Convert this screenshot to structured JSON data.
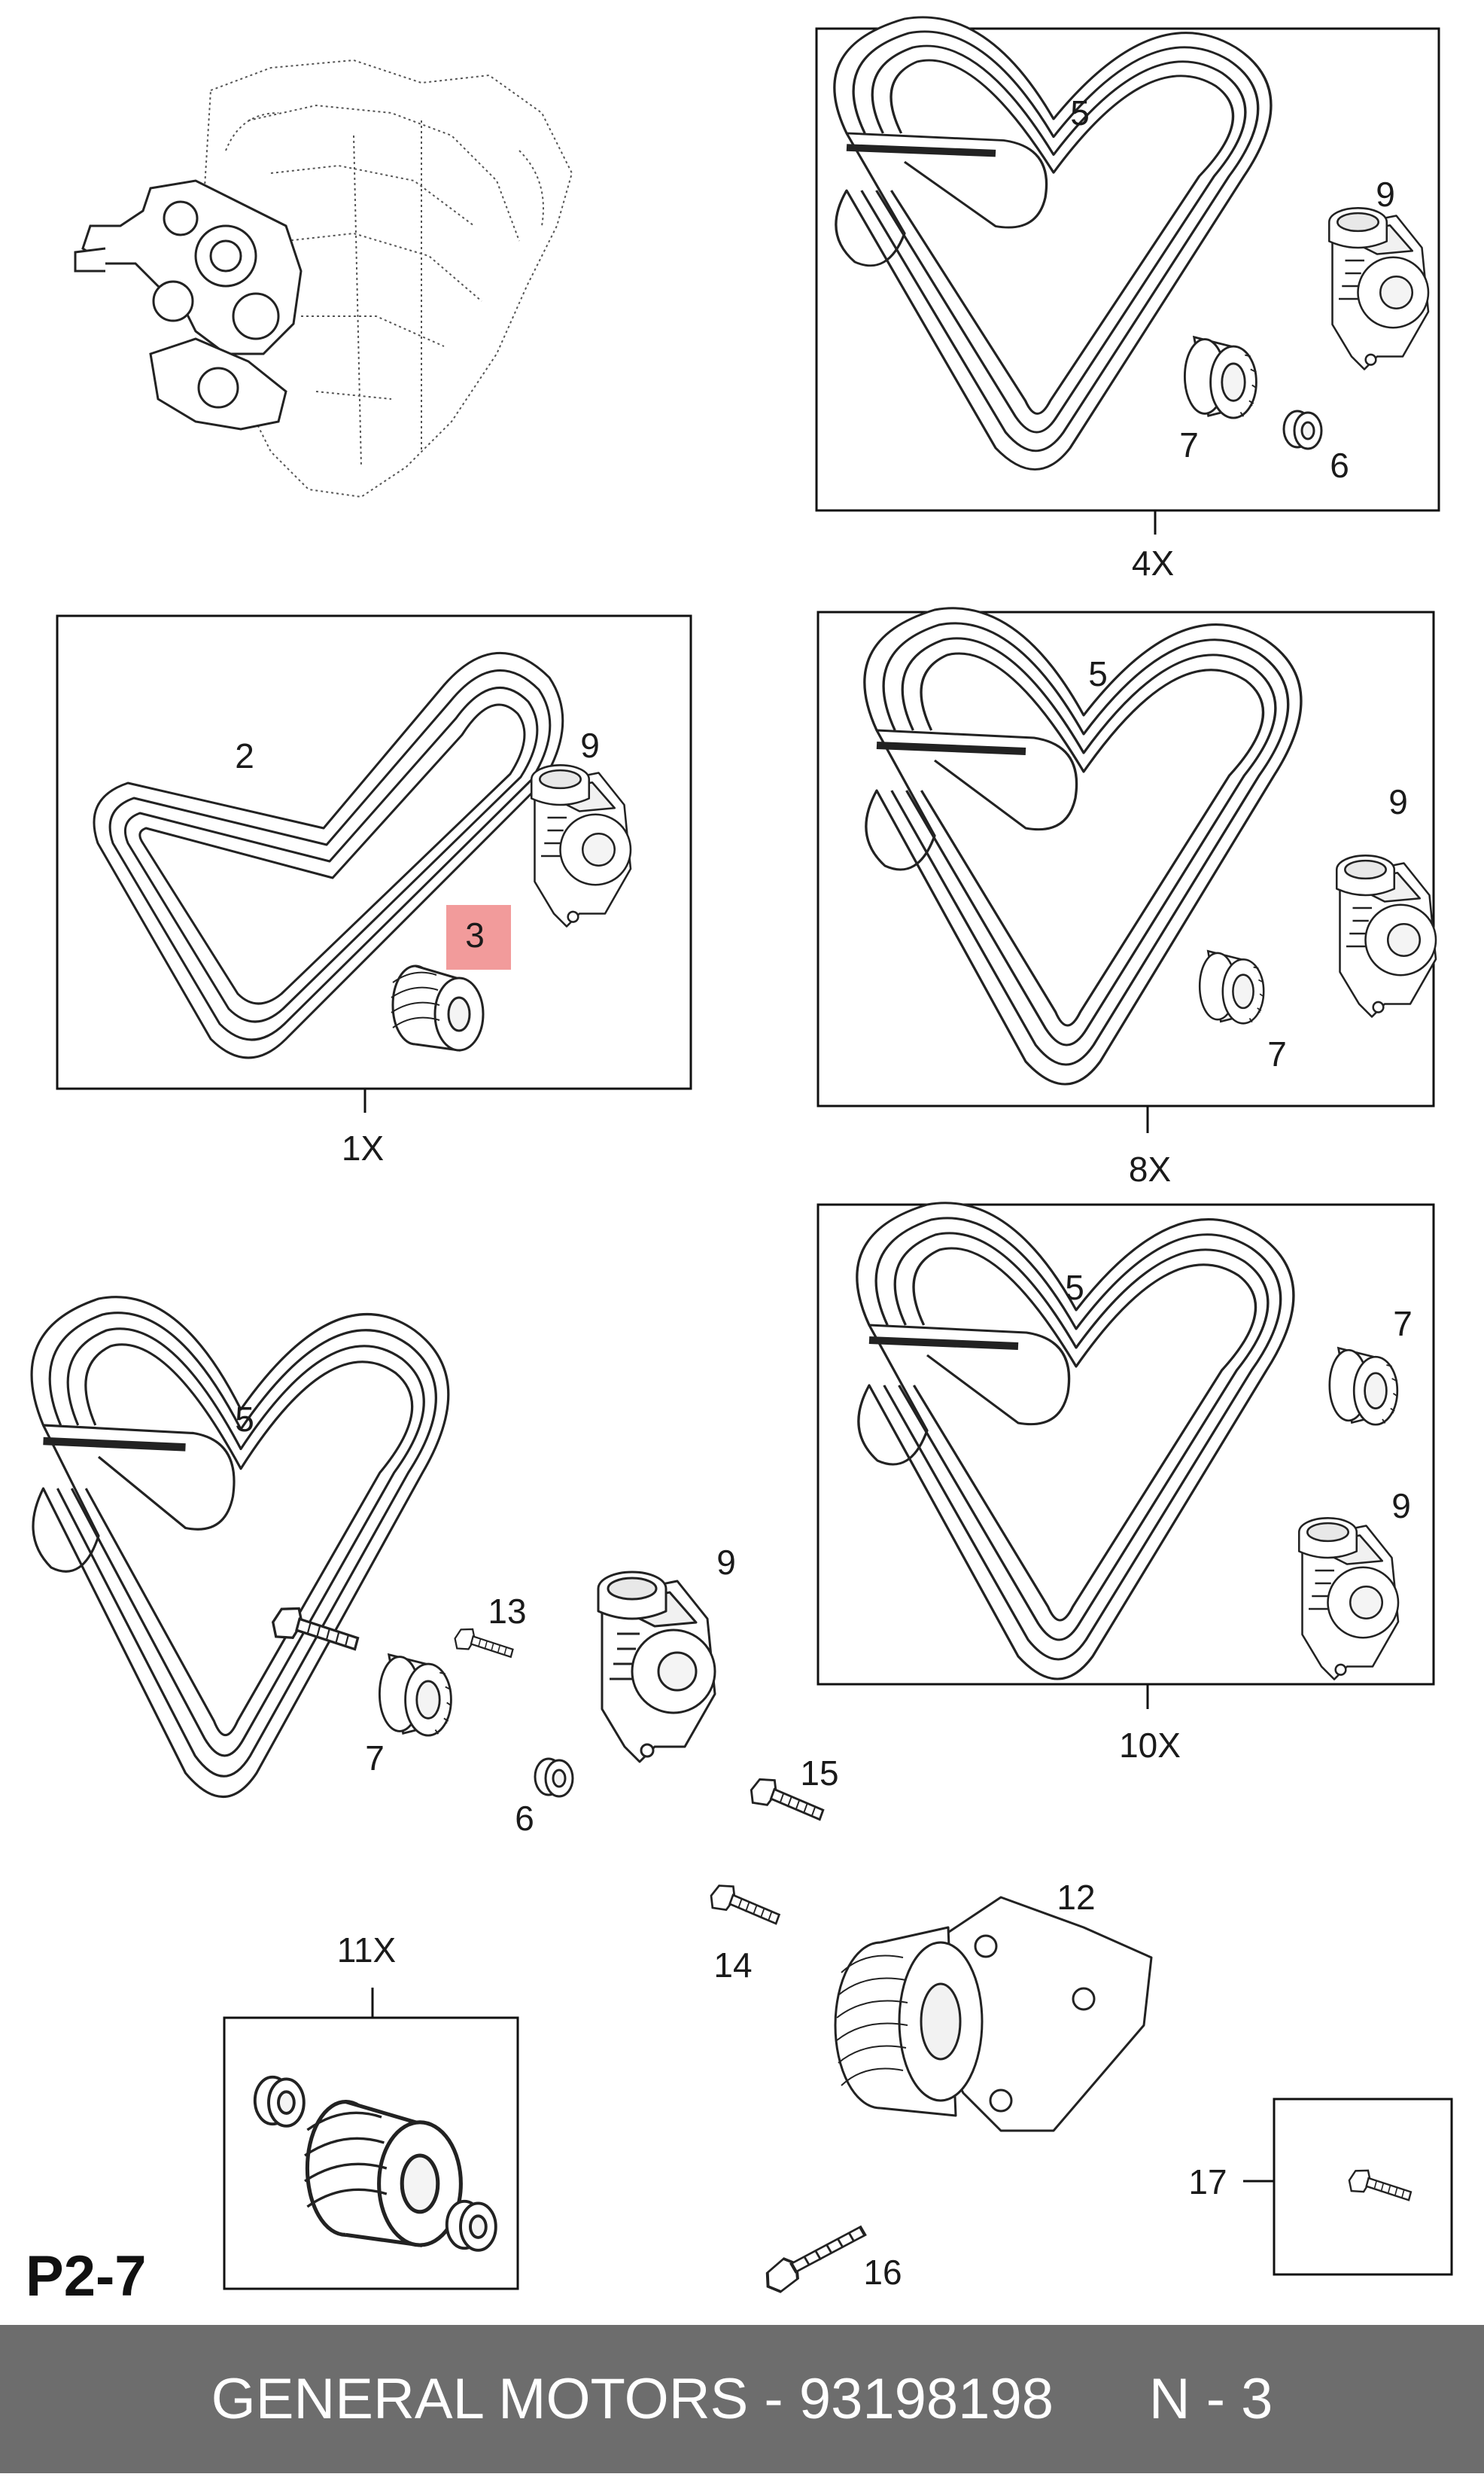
{
  "diagram": {
    "page_ref": "P2-7",
    "footer": {
      "brand": "GENERAL MOTORS",
      "separator": " - ",
      "part_number": "93198198",
      "code": "N - 3"
    },
    "highlight_color": "#f08a8a",
    "groups": {
      "g4": {
        "qty": "4X",
        "callouts": {
          "belt": "5",
          "tensioner": "9",
          "idler": "7",
          "washer": "6"
        }
      },
      "g1": {
        "qty": "1X",
        "callouts": {
          "belt": "2",
          "tensioner": "9",
          "pulley": "3"
        }
      },
      "g8": {
        "qty": "8X",
        "callouts": {
          "belt": "5",
          "tensioner": "9",
          "idler": "7"
        }
      },
      "g10": {
        "qty": "10X",
        "callouts": {
          "belt": "5",
          "idler": "7",
          "tensioner": "9"
        }
      },
      "g11": {
        "qty": "11X"
      },
      "g17": {
        "callout": "17"
      }
    },
    "loose_callouts": {
      "belt": "5",
      "bolt13": "13",
      "tensioner": "9",
      "idler": "7",
      "washer": "6",
      "bolt15": "15",
      "bracket": "12",
      "bolt14": "14",
      "bolt16": "16"
    }
  }
}
